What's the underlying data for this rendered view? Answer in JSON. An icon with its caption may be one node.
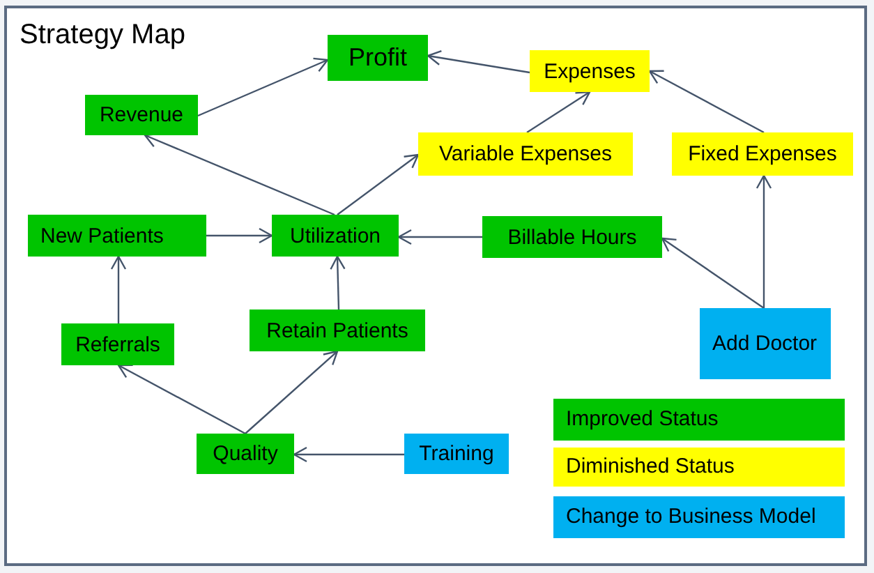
{
  "diagram": {
    "title": "Strategy Map",
    "nodes": [
      {
        "text": [
          "Profit"
        ]
      },
      {
        "text": [
          "Expenses"
        ]
      },
      {
        "text": [
          "Revenue"
        ]
      },
      {
        "text": [
          "Variable Expenses"
        ]
      },
      {
        "text": [
          "Fixed Expenses"
        ]
      },
      {
        "text": [
          "New Patients"
        ]
      },
      {
        "text": [
          "Utilization"
        ]
      },
      {
        "text": [
          "Billable Hours"
        ]
      },
      {
        "text": [
          "Referrals"
        ]
      },
      {
        "text": [
          "Retain Patients"
        ]
      },
      {
        "text": [
          "Add Doctor"
        ]
      },
      {
        "text": [
          "Quality"
        ]
      },
      {
        "text": [
          "Training"
        ]
      }
    ],
    "edges": [
      {
        "from": 2,
        "to": 0,
        "arrow": "to"
      },
      {
        "from": 1,
        "to": 0,
        "arrow": "to"
      },
      {
        "from": 3,
        "to": 1,
        "arrow": "to"
      },
      {
        "from": 4,
        "to": 1,
        "arrow": "to"
      },
      {
        "from": 6,
        "to": 2,
        "arrow": "to"
      },
      {
        "from": 6,
        "to": 3,
        "arrow": "to"
      },
      {
        "from": 5,
        "to": 6,
        "arrow": "to"
      },
      {
        "from": 7,
        "to": 6,
        "arrow": "to"
      },
      {
        "from": 8,
        "to": 5,
        "arrow": "to"
      },
      {
        "from": 9,
        "to": 6,
        "arrow": "to"
      },
      {
        "from": 10,
        "to": 7,
        "arrow": "to"
      },
      {
        "from": 10,
        "to": 4,
        "arrow": "to"
      },
      {
        "from": 11,
        "to": 8,
        "arrow": "to"
      },
      {
        "from": 11,
        "to": 9,
        "arrow": "to"
      },
      {
        "from": 12,
        "to": 11,
        "arrow": "to"
      }
    ],
    "legend": [
      {
        "text": "Improved Status",
        "color": "#00c400"
      },
      {
        "text": "Diminished Status",
        "color": "#ffff00"
      },
      {
        "text": "Change to Business Model",
        "color": "#00b0f0"
      }
    ]
  }
}
